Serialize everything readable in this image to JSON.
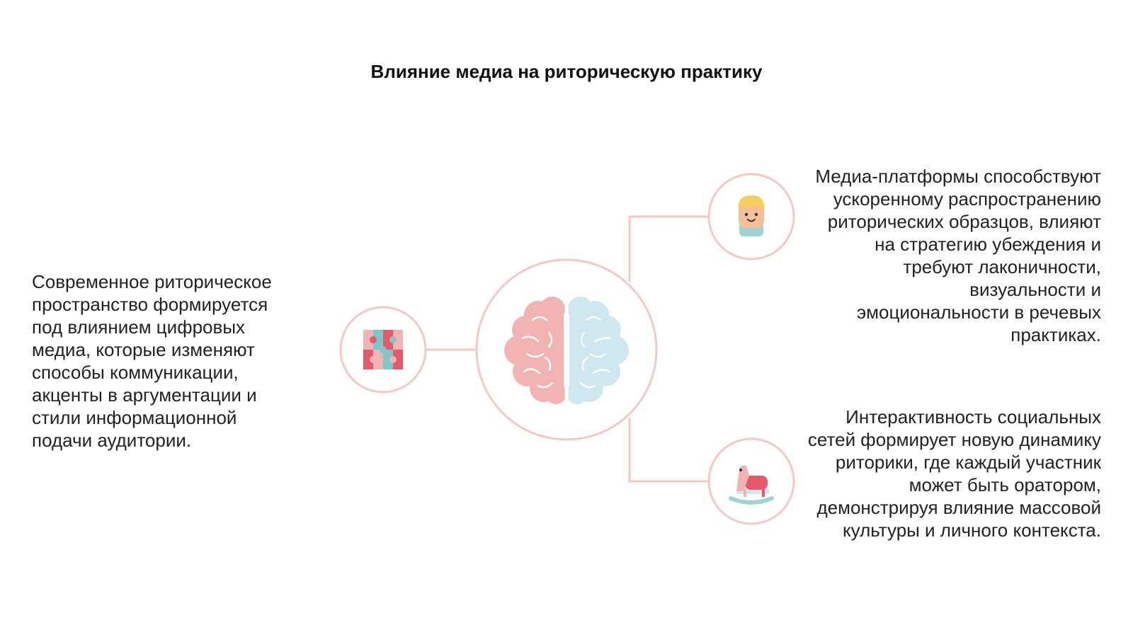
{
  "title": "Влияние медиа на риторическую практику",
  "colors": {
    "line": "#f2c9c6",
    "brain_left": "#f2b3b3",
    "brain_right": "#cfe7ef",
    "accent_red": "#e35b6a",
    "accent_teal": "#7ec7c9",
    "skin": "#f4c09a",
    "hair": "#f2d05a"
  },
  "nodes": {
    "center": {
      "icon": "brain-icon"
    },
    "left": {
      "icon": "puzzle-icon"
    },
    "top_right": {
      "icon": "child-face-icon"
    },
    "bottom_right": {
      "icon": "rocking-horse-icon"
    }
  },
  "texts": {
    "left": "Современное риторическое пространство формируется под влиянием цифровых медиа, которые изменяют способы коммуникации, акценты в аргументации и стили информационной подачи аудитории.",
    "right_top": "Медиа-платформы способствуют ускоренному распространению риторических образцов, влияют на стратегию убеждения и требуют лаконичности, визуальности и эмоциональности в речевых практиках.",
    "right_bottom": "Интерактивность социальных сетей формирует новую динамику риторики, где каждый участник может быть оратором, демонстрируя влияние массовой культуры и личного контекста."
  }
}
